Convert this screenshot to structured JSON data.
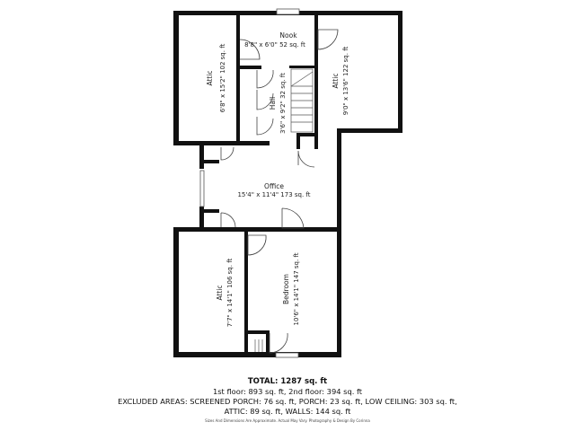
{
  "rooms": {
    "nook": {
      "name": "Nook",
      "dims": "8'8\" x 6'0\" 52 sq. ft"
    },
    "attic_top_left": {
      "name": "Attic",
      "dims": "6'8\" x 15'2\" 102 sq. ft"
    },
    "attic_top_right": {
      "name": "Attic",
      "dims": "9'0\" x 13'6\" 122 sq. ft"
    },
    "hall": {
      "name": "Hall",
      "dims": "3'6\" x 9'2\" 32 sq. ft"
    },
    "office": {
      "name": "Office",
      "dims": "15'4\" x 11'4\" 173 sq. ft"
    },
    "attic_bottom": {
      "name": "Attic",
      "dims": "7'7\" x 14'1\" 106 sq. ft"
    },
    "bedroom": {
      "name": "Bedroom",
      "dims": "10'6\" x 14'1\" 147 sq. ft"
    }
  },
  "summary": {
    "total": "TOTAL: 1287 sq. ft",
    "floors": "1st floor: 893 sq. ft, 2nd floor: 394 sq. ft",
    "excluded": "EXCLUDED AREAS: SCREENED PORCH: 76 sq. ft, PORCH: 23 sq. ft, LOW CEILING: 303 sq. ft,",
    "excluded_cont": "ATTIC: 89 sq. ft, WALLS: 144 sq. ft",
    "disclaimer": "Sizes And Dimensions Are Approximate. Actual May Vary. Photography & Design By Corinna"
  }
}
